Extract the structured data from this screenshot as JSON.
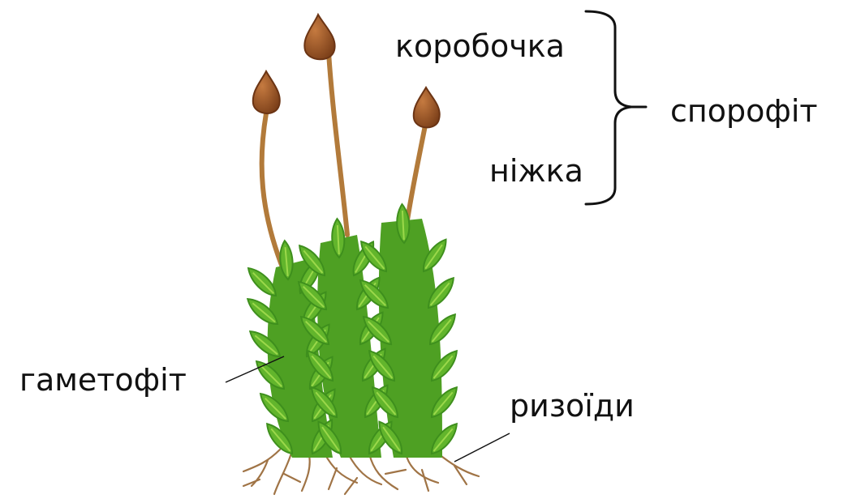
{
  "labels": {
    "capsule": "коробочка",
    "seta": "ніжка",
    "sporophyte": "спорофіт",
    "gametophyte": "гаметофіт",
    "rhizoids": "ризоїди"
  },
  "colors": {
    "leaf_dark": "#3e8f1d",
    "leaf_mid": "#62b52c",
    "leaf_light": "#9bd84a",
    "capsule": "#8a4a1f",
    "capsule_highlight": "#c57a40",
    "seta": "#b27a3a",
    "rhizoid": "#a07446",
    "text": "#111111"
  }
}
